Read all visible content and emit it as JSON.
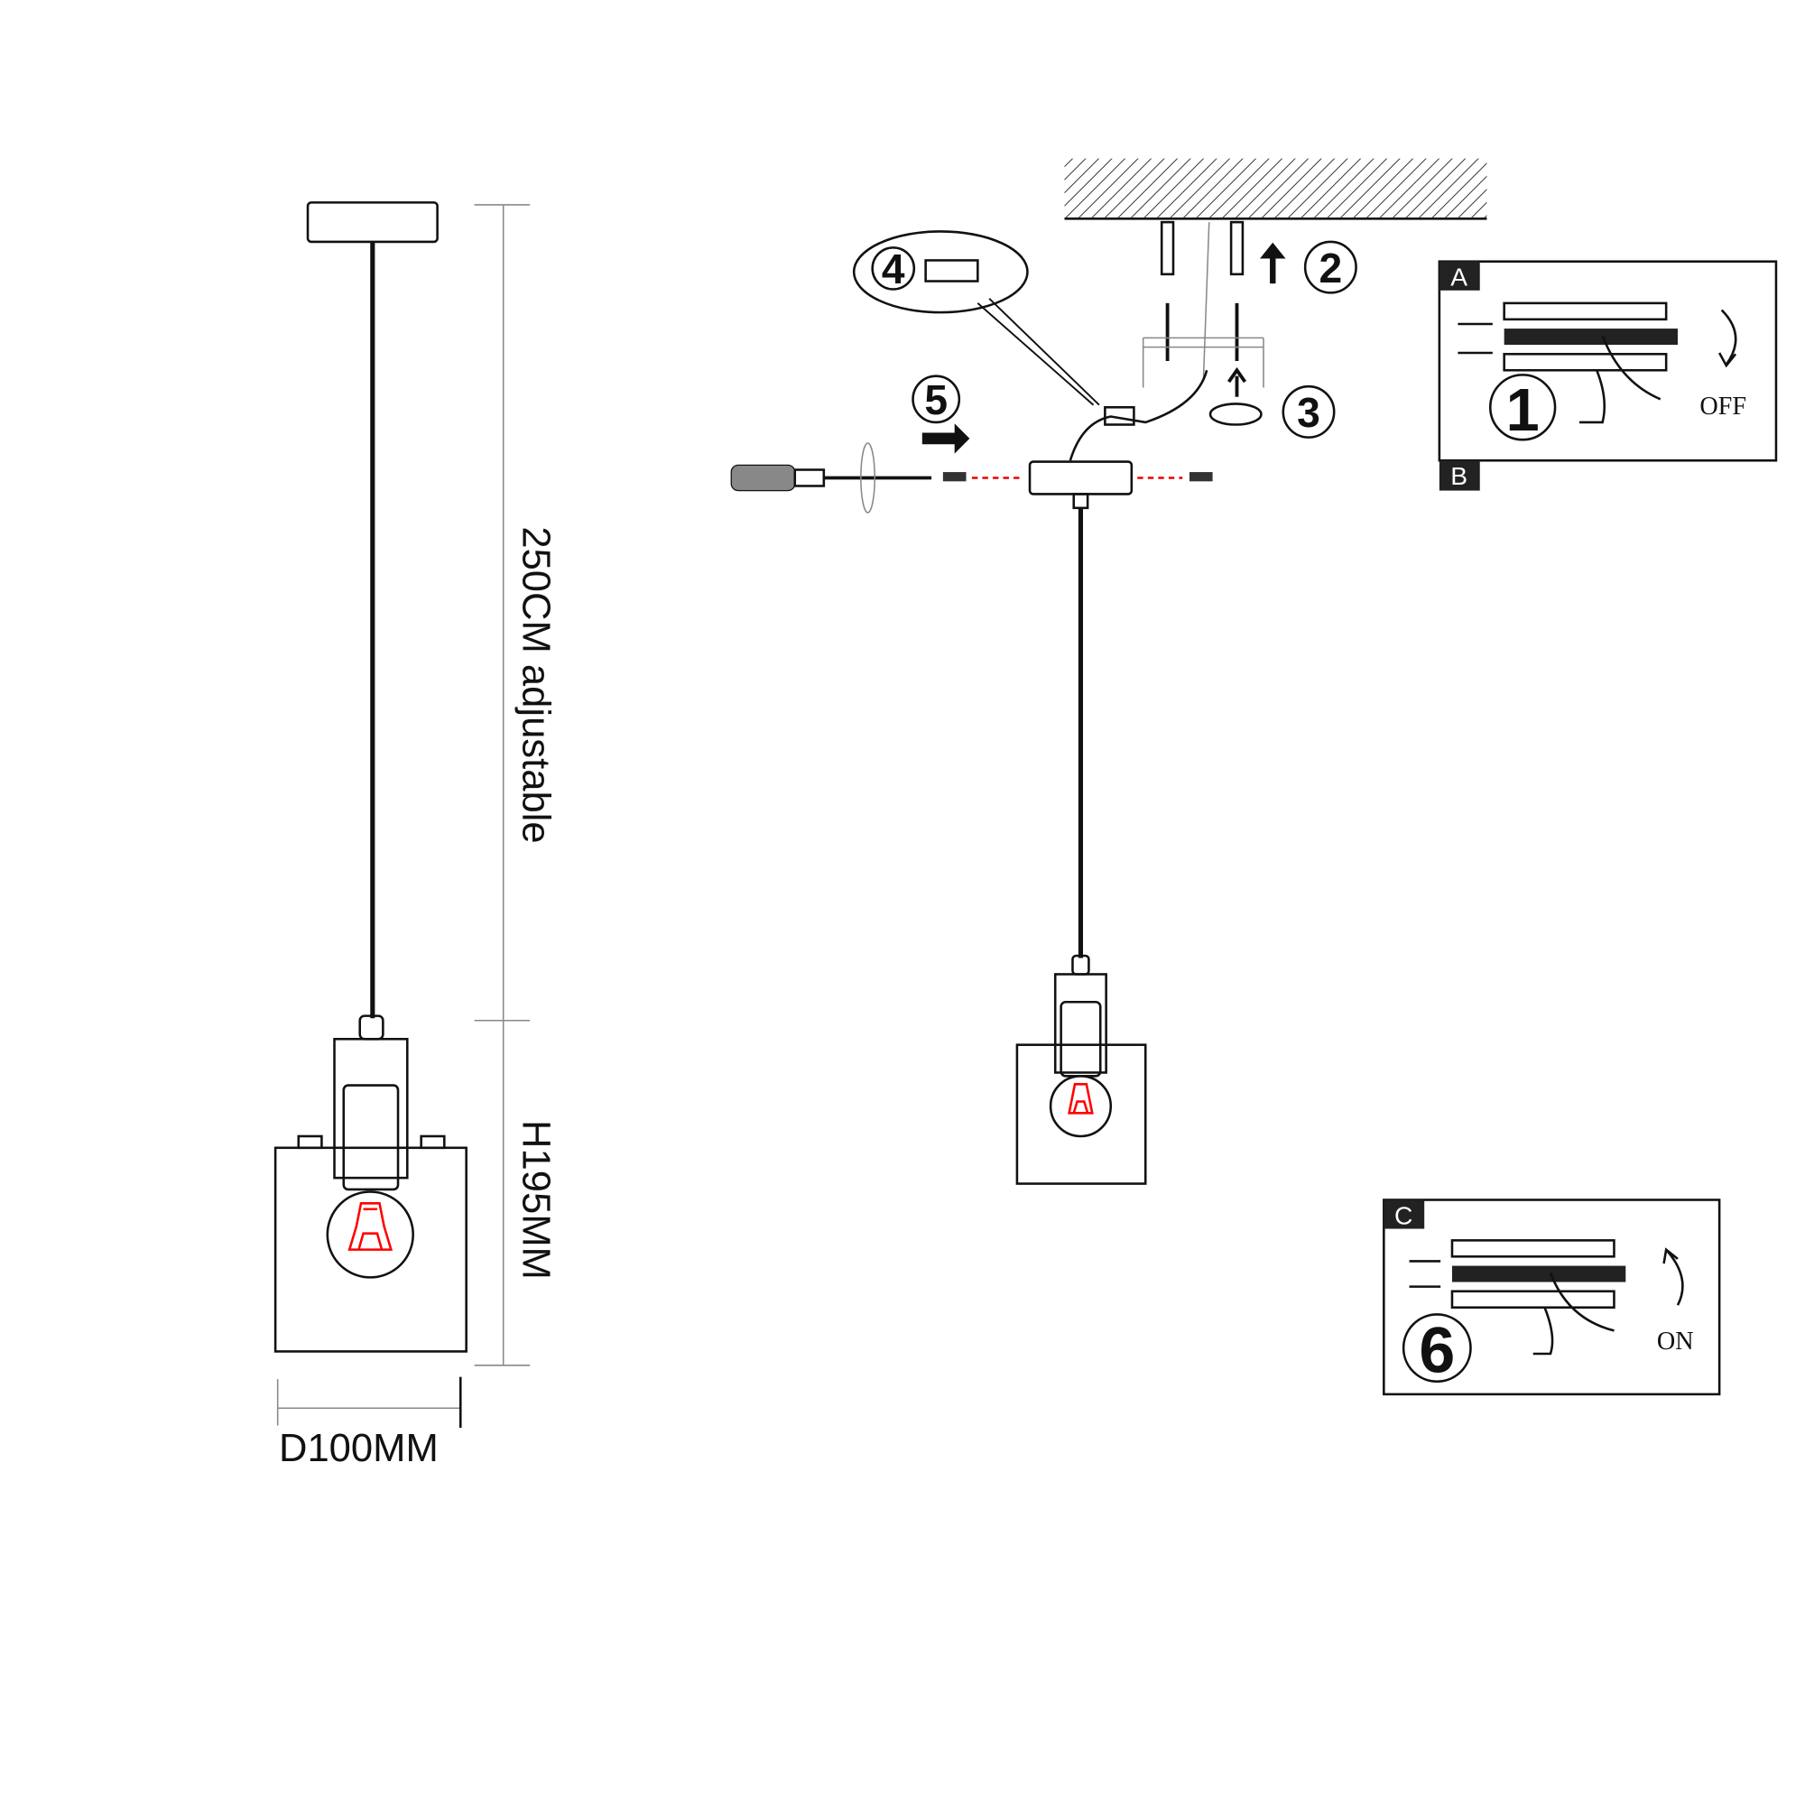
{
  "dimensions": {
    "cable_length": "250CM adjustable",
    "height": "H195MM",
    "diameter": "D100MM"
  },
  "steps": {
    "step1": "1",
    "step2": "2",
    "step3": "3",
    "step4": "4",
    "step5": "5",
    "step6": "6"
  },
  "panels": {
    "a_tag": "A",
    "b_tag": "B",
    "c_tag": "C",
    "off_label": "OFF",
    "on_label": "ON"
  },
  "colors": {
    "line": "#111111",
    "bulb_filament": "#ff0000",
    "dimension_line": "#888888"
  }
}
